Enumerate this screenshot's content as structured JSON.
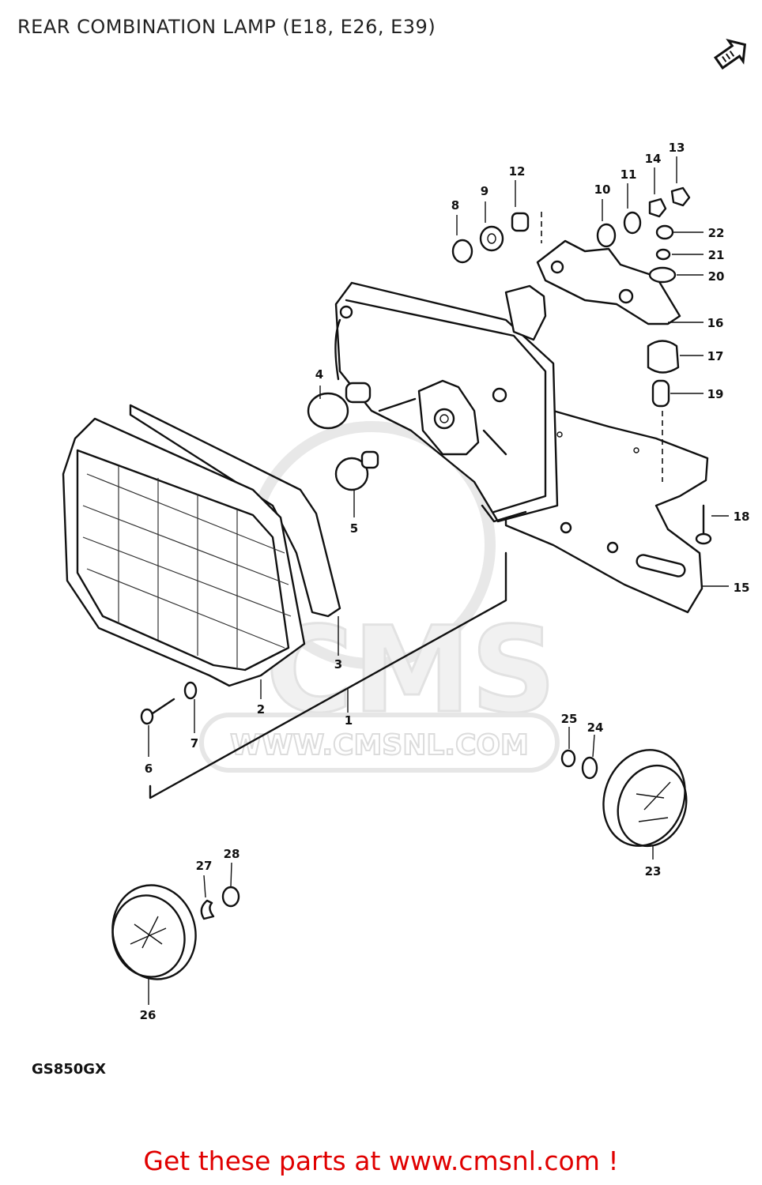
{
  "diagram": {
    "title": "REAR COMBINATION LAMP (E18, E26, E39)",
    "model_code": "GS850GX",
    "watermark": {
      "logo": "CMS",
      "site": "WWW.CMSNL.COM"
    },
    "callouts": {
      "c1": "1",
      "c2": "2",
      "c3": "3",
      "c4": "4",
      "c5": "5",
      "c6": "6",
      "c7": "7",
      "c8": "8",
      "c9": "9",
      "c10": "10",
      "c11": "11",
      "c12": "12",
      "c13": "13",
      "c14": "14",
      "c15": "15",
      "c16": "16",
      "c17": "17",
      "c18": "18",
      "c19": "19",
      "c20": "20",
      "c21": "21",
      "c22": "22",
      "c23": "23",
      "c24": "24",
      "c25": "25",
      "c26": "26",
      "c27": "27",
      "c28": "28"
    }
  },
  "footer": {
    "link_text": "Get these parts at www.cmsnl.com !"
  }
}
